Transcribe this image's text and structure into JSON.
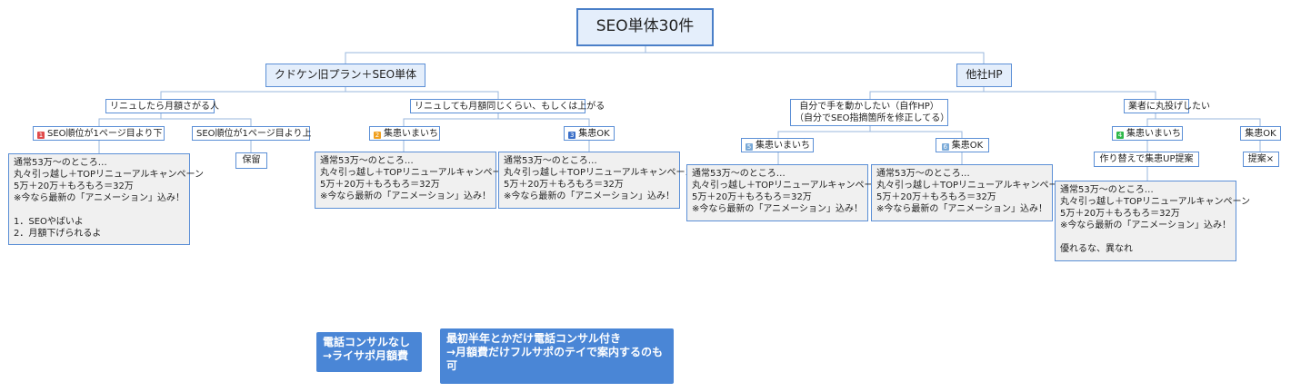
{
  "root": {
    "label": "SEO単体30件"
  },
  "left_branch": {
    "label": "クドケン旧プラン＋SEO単体",
    "a": {
      "label": "リニュしたら月額さがる人",
      "a1": {
        "badge": "1",
        "badge_color": "#e04b4b",
        "label": "SEO順位が1ページ目より下",
        "note": [
          "通常53万〜のところ…",
          "丸々引っ越し＋TOPリニューアルキャンペーン",
          "5万＋20万＋もろもろ＝32万",
          "※今なら最新の「アニメーション」込み！",
          "",
          "1．SEOやばいよ",
          "2．月額下げられるよ"
        ]
      },
      "a2": {
        "label": "SEO順位が1ページ目より上",
        "child": "保留"
      }
    },
    "b": {
      "label": "リニュしても月額同じくらい、もしくは上がる",
      "b1": {
        "badge": "2",
        "badge_color": "#f0a020",
        "label": "集患いまいち",
        "note": [
          "通常53万〜のところ…",
          "丸々引っ越し＋TOPリニューアルキャンペーン",
          "5万＋20万＋もろもろ＝32万",
          "※今なら最新の「アニメーション」込み！"
        ]
      },
      "b2": {
        "badge": "3",
        "badge_color": "#3a6fc8",
        "label": "集患OK",
        "note": [
          "通常53万〜のところ…",
          "丸々引っ越し＋TOPリニューアルキャンペーン",
          "5万＋20万＋もろもろ＝32万",
          "※今なら最新の「アニメーション」込み！"
        ]
      }
    }
  },
  "right_branch": {
    "label": "他社HP",
    "c": {
      "label_line1": "自分で手を動かしたい（自作HP）",
      "label_line2": "（自分でSEO指摘箇所を修正してる）",
      "c1": {
        "badge": "5",
        "badge_color": "#7aaad8",
        "label": "集患いまいち",
        "note": [
          "通常53万〜のところ…",
          "丸々引っ越し＋TOPリニューアルキャンペーン",
          "5万＋20万＋もろもろ＝32万",
          "※今なら最新の「アニメーション」込み！"
        ]
      },
      "c2": {
        "badge": "6",
        "badge_color": "#7aaad8",
        "label": "集患OK",
        "note": [
          "通常53万〜のところ…",
          "丸々引っ越し＋TOPリニューアルキャンペーン",
          "5万＋20万＋もろもろ＝32万",
          "※今なら最新の「アニメーション」込み！"
        ]
      }
    },
    "d": {
      "label": "業者に丸投げしたい",
      "d1": {
        "badge": "4",
        "badge_color": "#2fb84a",
        "label": "集患いまいち",
        "child": "作り替えで集患UP提案",
        "note": [
          "通常53万〜のところ…",
          "丸々引っ越し＋TOPリニューアルキャンペーン",
          "5万＋20万＋もろもろ＝32万",
          "※今なら最新の「アニメーション」込み！",
          "",
          "優れるな、異なれ"
        ]
      },
      "d2": {
        "label": "集患OK",
        "child": "提案×"
      }
    }
  },
  "callouts": {
    "first_line1": "電話コンサルなし",
    "first_line2": "→ライサポ月額費",
    "second_line1": "最初半年とかだけ電話コンサル付き",
    "second_line2": "→月額費だけフルサポのテイで案内するのも",
    "second_line3": "可"
  },
  "colors": {
    "accent": "#4a86d6",
    "line": "#9ab7dd"
  }
}
